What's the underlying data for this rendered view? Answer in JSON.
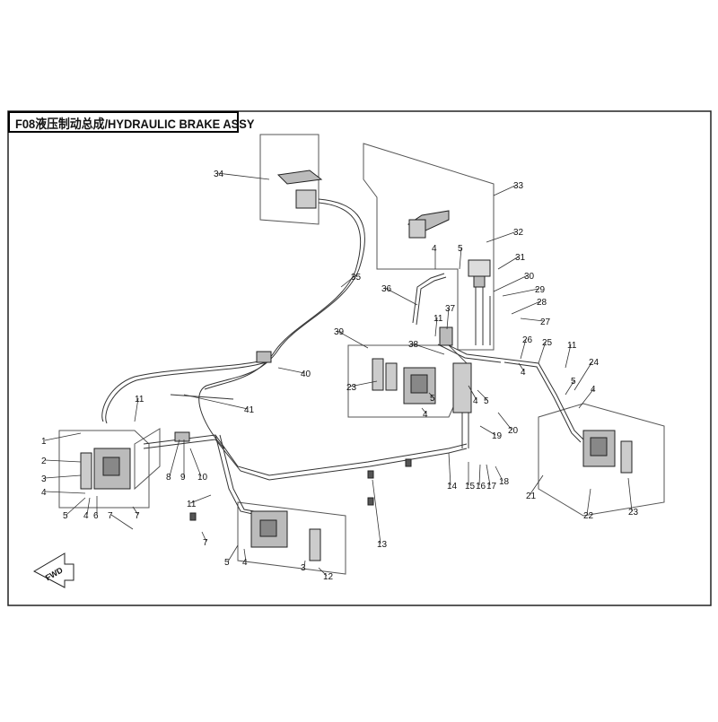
{
  "header": {
    "title": "F08液压制动总成/HYDRAULIC BRAKE ASSY"
  },
  "fwd_label": "FWD",
  "callouts": [
    {
      "label": "1"
    },
    {
      "label": "2"
    },
    {
      "label": "3"
    },
    {
      "label": "4"
    },
    {
      "label": "5"
    },
    {
      "label": "4"
    },
    {
      "label": "6"
    },
    {
      "label": "7"
    },
    {
      "label": "11"
    },
    {
      "label": "8"
    },
    {
      "label": "9"
    },
    {
      "label": "10"
    },
    {
      "label": "11"
    },
    {
      "label": "7"
    },
    {
      "label": "5"
    },
    {
      "label": "4"
    },
    {
      "label": "3"
    },
    {
      "label": "12"
    },
    {
      "label": "13"
    },
    {
      "label": "14"
    },
    {
      "label": "15"
    },
    {
      "label": "16"
    },
    {
      "label": "17"
    },
    {
      "label": "18"
    },
    {
      "label": "19"
    },
    {
      "label": "20"
    },
    {
      "label": "21"
    },
    {
      "label": "22"
    },
    {
      "label": "23"
    },
    {
      "label": "4"
    },
    {
      "label": "24"
    },
    {
      "label": "5"
    },
    {
      "label": "11"
    },
    {
      "label": "25"
    },
    {
      "label": "26"
    },
    {
      "label": "4"
    },
    {
      "label": "27"
    },
    {
      "label": "28"
    },
    {
      "label": "29"
    },
    {
      "label": "30"
    },
    {
      "label": "31"
    },
    {
      "label": "32"
    },
    {
      "label": "33"
    },
    {
      "label": "4"
    },
    {
      "label": "5"
    },
    {
      "label": "36"
    },
    {
      "label": "37"
    },
    {
      "label": "11"
    },
    {
      "label": "38"
    },
    {
      "label": "39"
    },
    {
      "label": "23"
    },
    {
      "label": "4"
    },
    {
      "label": "5"
    },
    {
      "label": "4"
    },
    {
      "label": "5"
    },
    {
      "label": "34"
    },
    {
      "label": "35"
    },
    {
      "label": "40"
    },
    {
      "label": "41"
    },
    {
      "label": "7"
    }
  ],
  "colors": {
    "line": "#333333",
    "panel_line": "#555555",
    "part_fill": "#bbbbbb",
    "text": "#111111"
  }
}
